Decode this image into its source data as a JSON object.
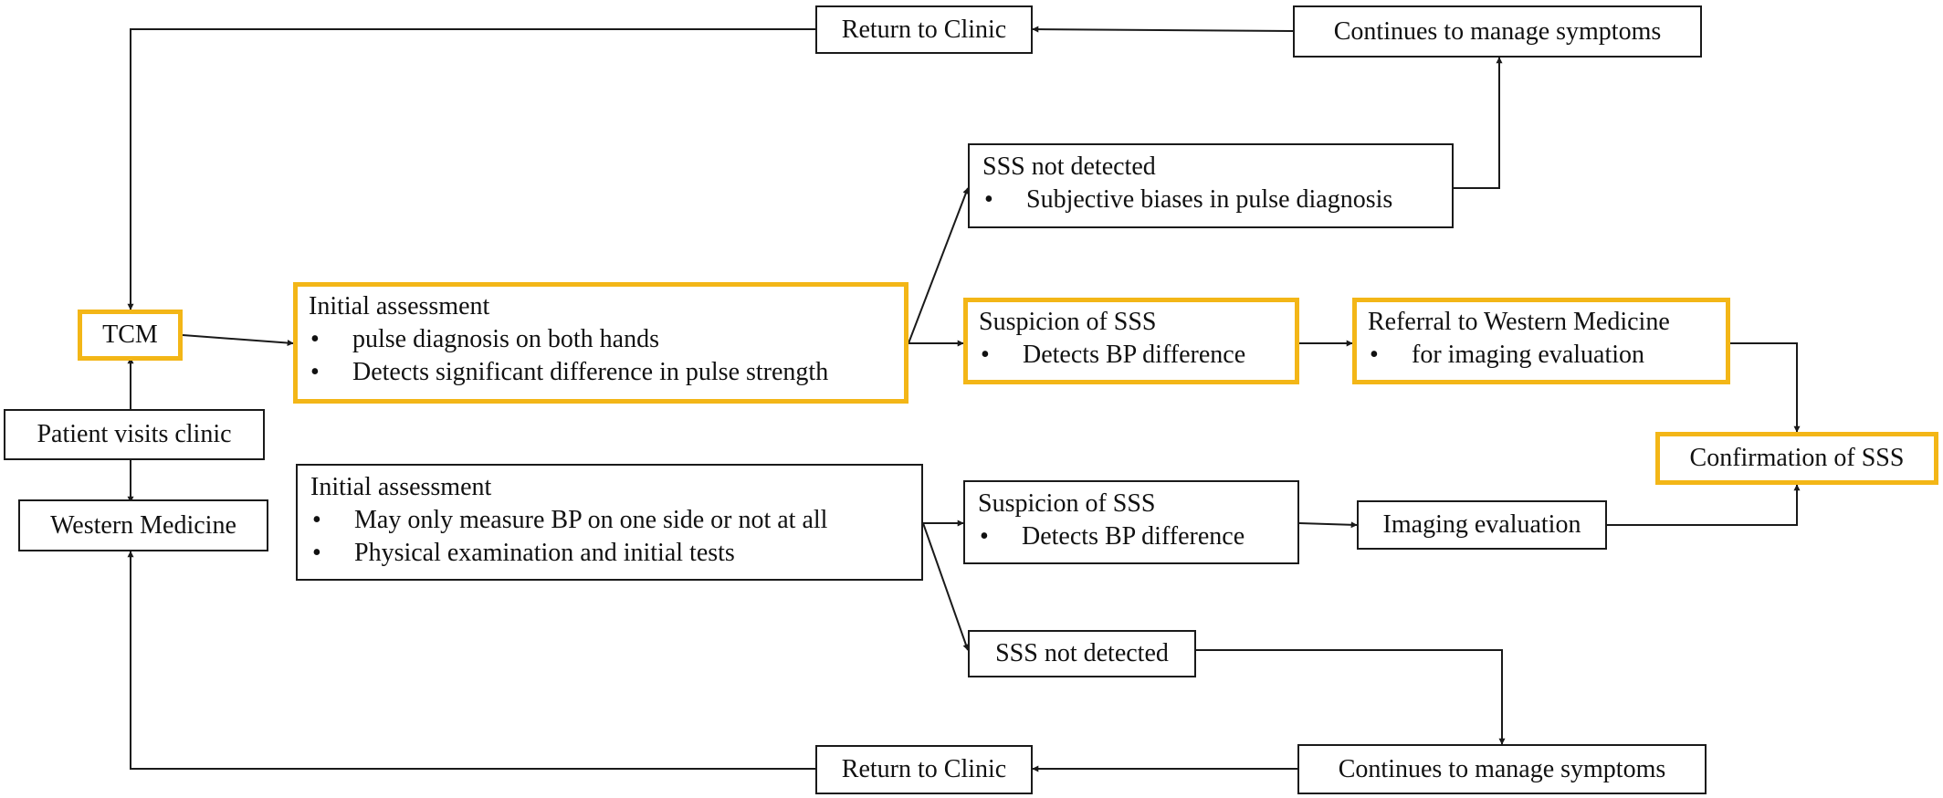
{
  "diagram": {
    "nodes": {
      "return_clinic_top": {
        "label": "Return to Clinic"
      },
      "continues_top": {
        "label": "Continues to manage symptoms"
      },
      "sss_not_detected_top": {
        "title": "SSS not detected",
        "bullets": [
          "Subjective biases in pulse diagnosis"
        ]
      },
      "tcm": {
        "label": "TCM"
      },
      "initial_tcm": {
        "title": "Initial  assessment",
        "bullets": [
          "pulse diagnosis on both hands",
          "Detects significant  difference in pulse strength"
        ]
      },
      "suspicion_top": {
        "title": "Suspicion of SSS",
        "bullets": [
          "Detects BP difference"
        ]
      },
      "referral": {
        "title": "Referral to Western Medicine",
        "bullets": [
          "for imaging  evaluation"
        ]
      },
      "patient_visits": {
        "label": "Patient visits clinic"
      },
      "confirmation": {
        "label": "Confirmation  of SSS"
      },
      "western_medicine": {
        "label": "Western Medicine"
      },
      "initial_wm": {
        "title": "Initial  assessment",
        "bullets": [
          "May only measure BP on one side or not at all",
          "Physical examination  and initial  tests"
        ]
      },
      "suspicion_bottom": {
        "title": "Suspicion of SSS",
        "bullets": [
          "Detects BP difference"
        ]
      },
      "imaging": {
        "label": "Imaging  evaluation"
      },
      "sss_not_detected_bottom": {
        "label": "SSS not detected"
      },
      "return_clinic_bottom": {
        "label": "Return to Clinic"
      },
      "continues_bottom": {
        "label": "Continues to manage symptoms"
      }
    },
    "colors": {
      "highlight_border": "#f3b617",
      "default_border": "#1a1a1a",
      "arrow": "#1a1a1a"
    }
  }
}
